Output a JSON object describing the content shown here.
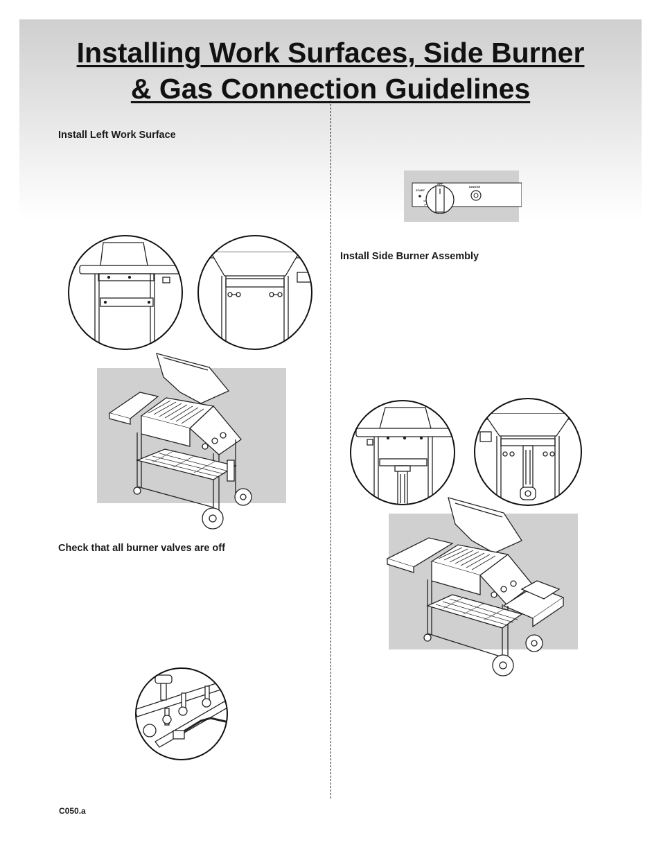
{
  "page": {
    "title_line1": "Installing Work Surfaces, Side Burner",
    "title_line2": "& Gas Connection Guidelines",
    "footer_code": "C050.a"
  },
  "left_column": {
    "section1_heading": "Install Left Work Surface",
    "section2_heading": "Check that all burner valves are off"
  },
  "right_column": {
    "section_heading": "Install Side Burner Assembly",
    "control_panel": {
      "left_label": "START",
      "knob_label": "OFF",
      "right_label": "IGNITER"
    }
  },
  "colors": {
    "header_gradient_top": "#cfcfcf",
    "figure_background": "#d0d0d0",
    "line_art": "#222222"
  }
}
